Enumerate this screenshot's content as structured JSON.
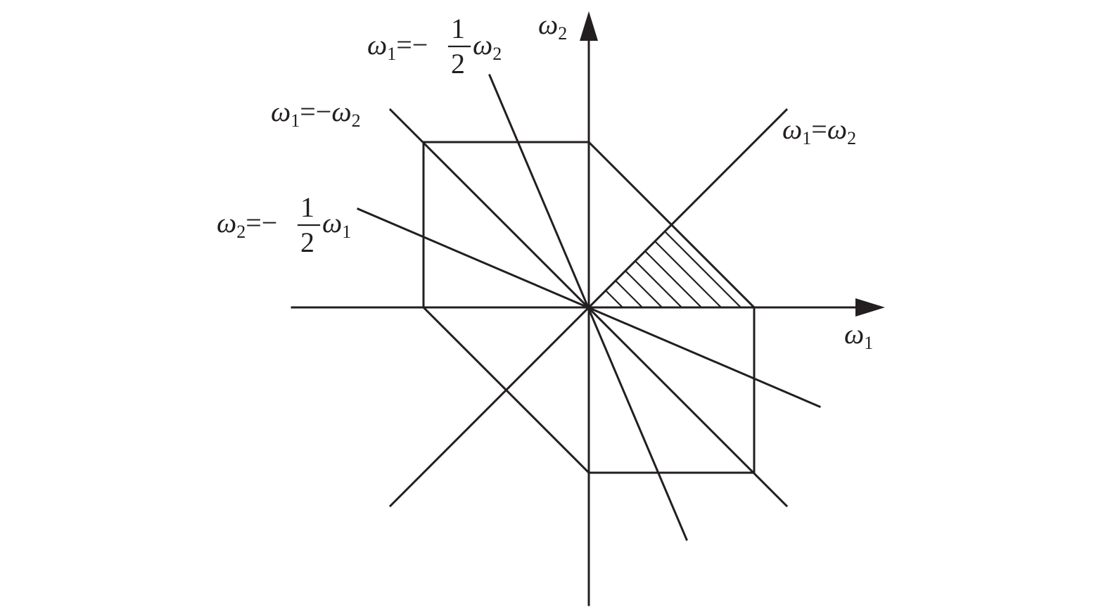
{
  "figure": {
    "axes": {
      "x_label": {
        "symbol": "ω",
        "subscript": "1"
      },
      "y_label": {
        "symbol": "ω",
        "subscript": "2"
      }
    },
    "line_labels": {
      "w1_eq_neg_half_w2": {
        "lhs_symbol": "ω",
        "lhs_sub": "1",
        "sign": "=−",
        "num": "1",
        "den": "2",
        "rhs_symbol": "ω",
        "rhs_sub": "2"
      },
      "w1_eq_neg_w2": {
        "lhs_symbol": "ω",
        "lhs_sub": "1",
        "sign": "=−",
        "rhs_symbol": "ω",
        "rhs_sub": "2"
      },
      "w1_eq_w2": {
        "lhs_symbol": "ω",
        "lhs_sub": "1",
        "sign": "=",
        "rhs_symbol": "ω",
        "rhs_sub": "2"
      },
      "w2_eq_neg_half_w1": {
        "lhs_symbol": "ω",
        "lhs_sub": "2",
        "sign": "=−",
        "num": "1",
        "den": "2",
        "rhs_symbol": "ω",
        "rhs_sub": "1"
      }
    },
    "colors": {
      "ink": "#231f20",
      "background": "#ffffff"
    }
  }
}
